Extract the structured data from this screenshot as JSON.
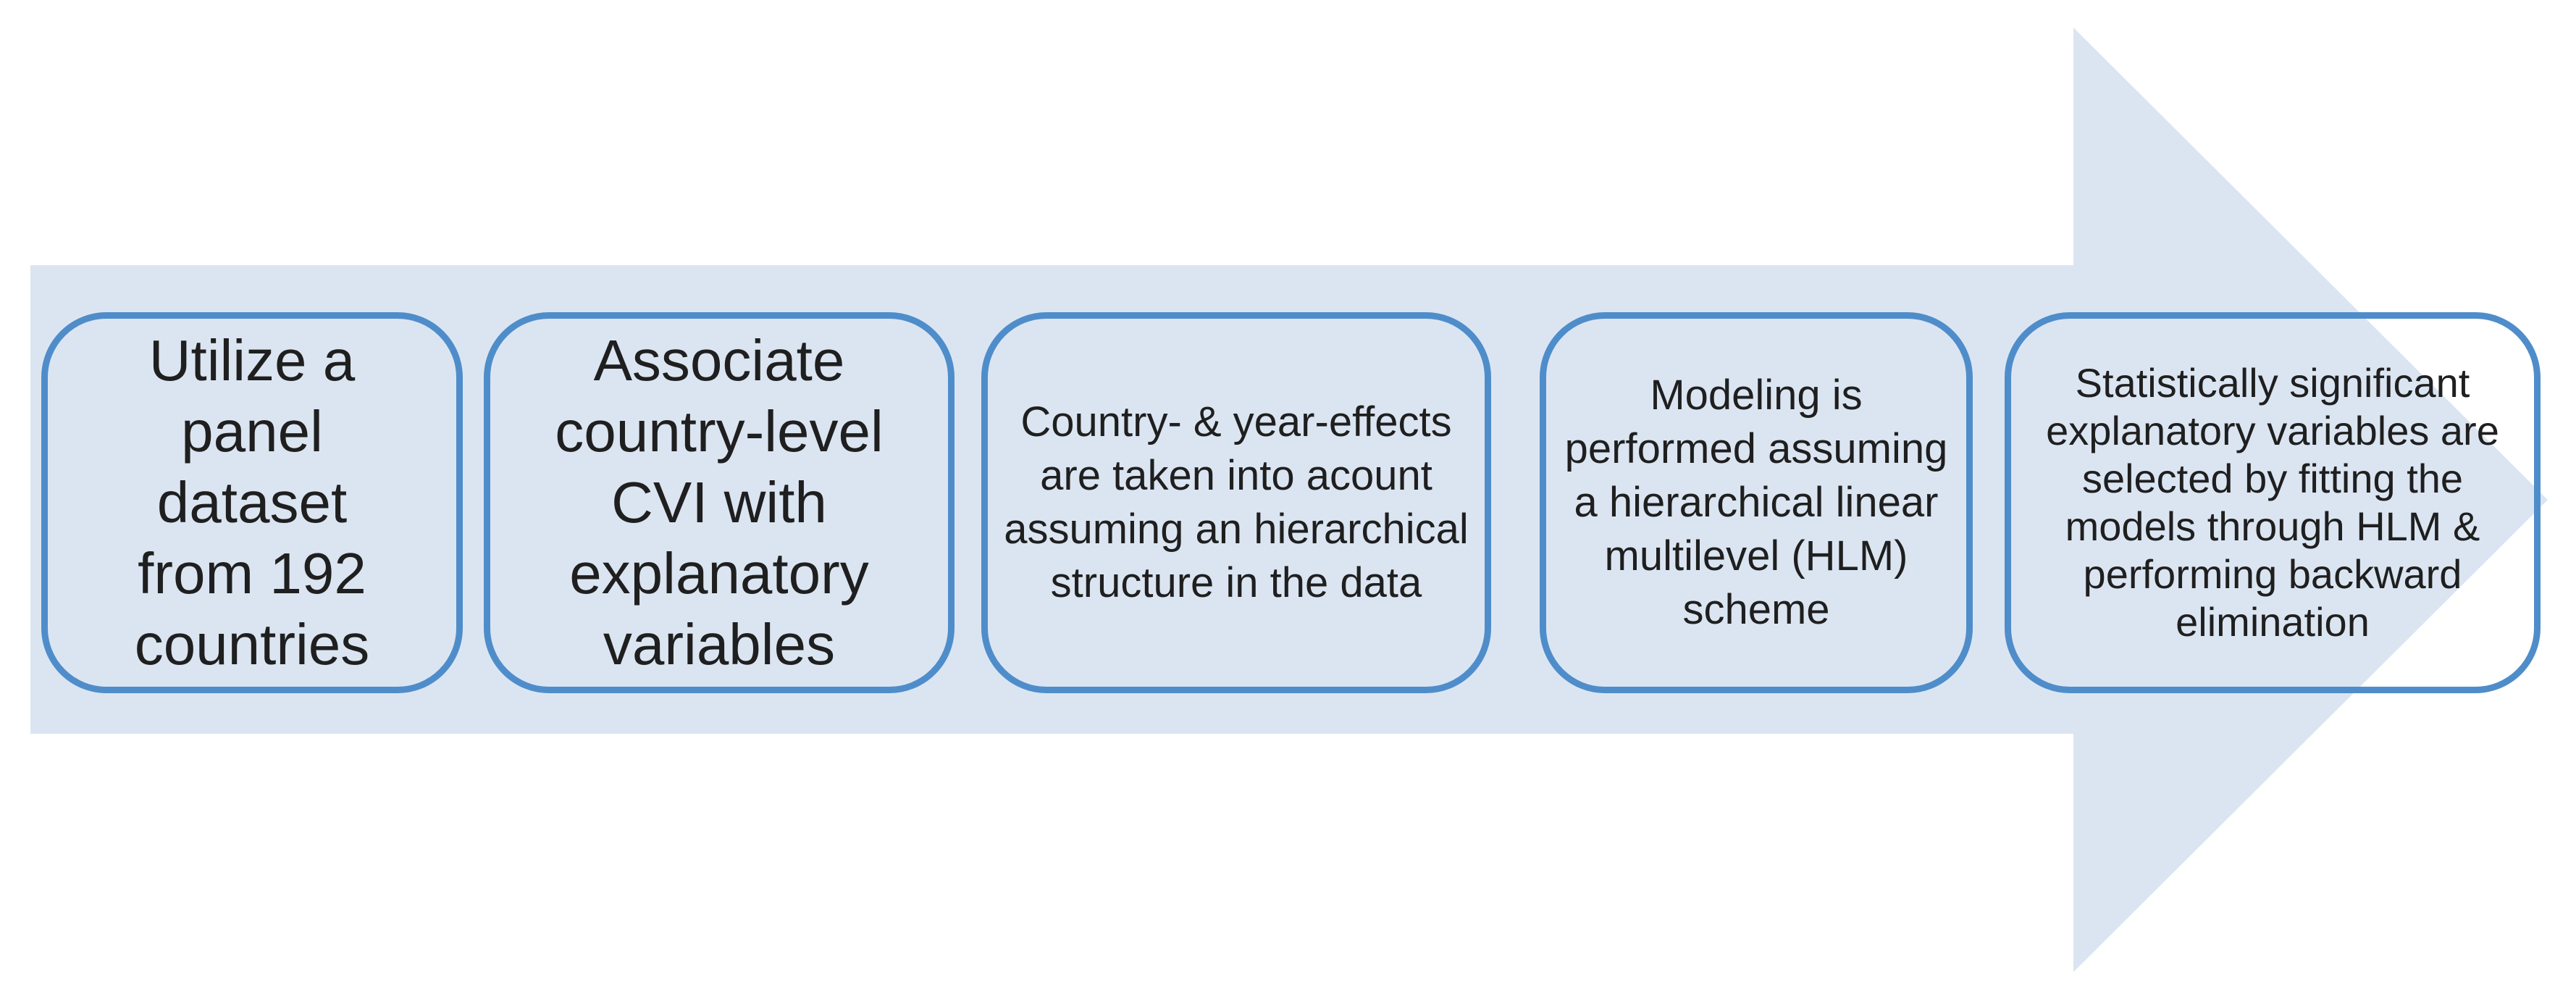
{
  "diagram": {
    "type": "horizontal-process-arrow",
    "step_count": 5,
    "steps": [
      {
        "id": 1,
        "text": "Utilize a\npanel\ndataset\nfrom 192\ncountries"
      },
      {
        "id": 2,
        "text": "Associate\ncountry-level\nCVI with\nexplanatory\nvariables"
      },
      {
        "id": 3,
        "text": "Country- & year-effects\nare taken into acount\nassuming an hierarchical\nstructure in the data"
      },
      {
        "id": 4,
        "text": "Modeling is\nperformed assuming\na hierarchical linear\nmultilevel (HLM)\nscheme"
      },
      {
        "id": 5,
        "text": "Statistically significant\nexplanatory variables are\nselected by fitting the\nmodels through HLM &\nperforming backward\nelimination"
      }
    ]
  },
  "colors": {
    "arrow_fill": "#dbe5f2",
    "box_border": "#4f8dca",
    "text": "#1f1f1f",
    "background": "#ffffff"
  }
}
